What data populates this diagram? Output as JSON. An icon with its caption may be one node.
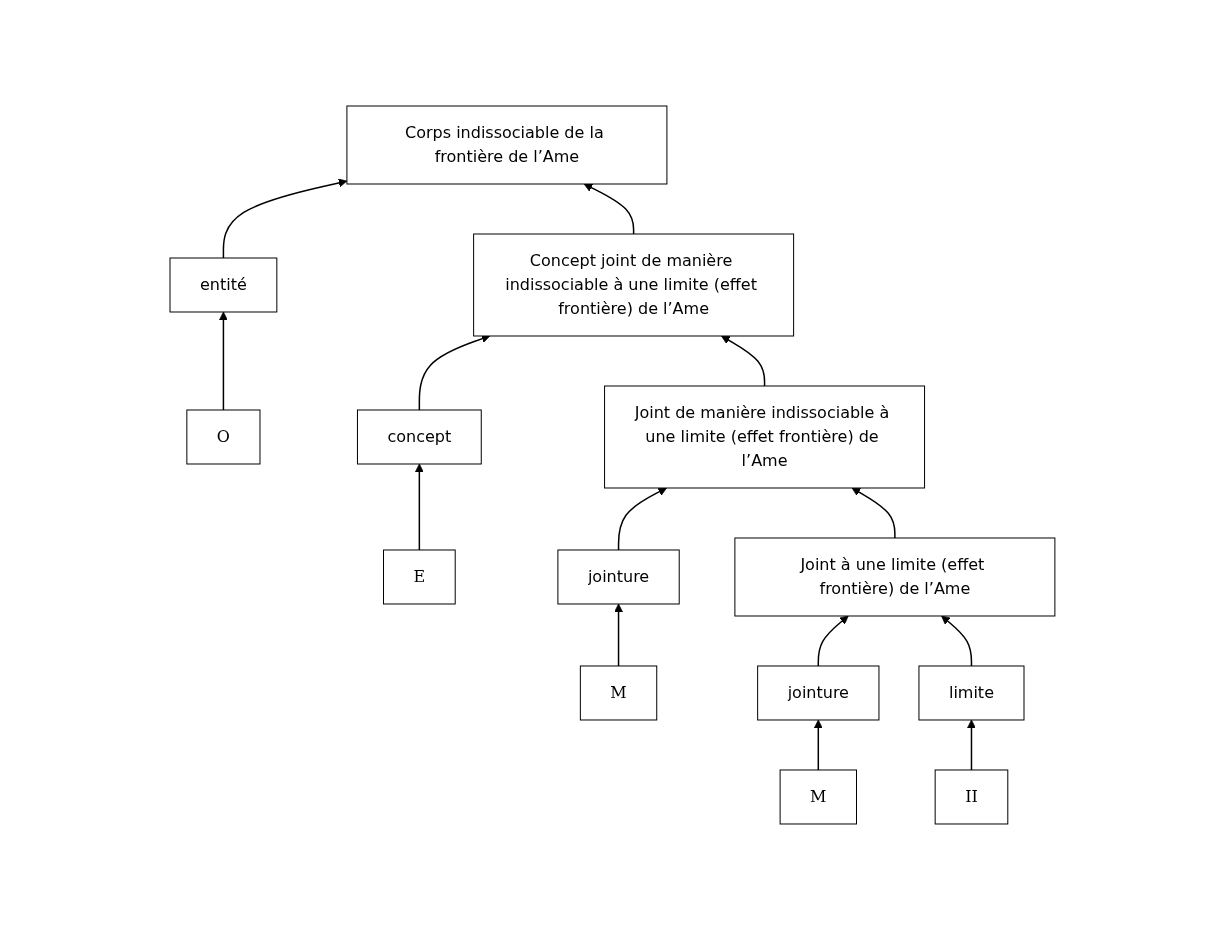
{
  "diagram": {
    "nodes": [
      {
        "text": [
          "Corps indissociable de la frontière de l’Ame"
        ]
      },
      {
        "text": [
          "entité"
        ]
      },
      {
        "text": [
          "Concept joint de manière indissociable à une limite (effet frontière) de l’Ame"
        ]
      },
      {
        "text": [
          "concept"
        ]
      },
      {
        "text": [
          "Joint de manière indissociable à une limite (effet frontière) de l’Ame"
        ]
      },
      {
        "text": [
          "jointure"
        ]
      },
      {
        "text": [
          "Joint à une limite (effet frontière) de l’Ame"
        ]
      },
      {
        "text": [
          "jointure"
        ]
      },
      {
        "text": [
          "limite"
        ]
      },
      {
        "text": [
          "O"
        ]
      },
      {
        "text": [
          "E"
        ]
      },
      {
        "text": [
          "M"
        ]
      },
      {
        "text": [
          "M"
        ]
      },
      {
        "text": [
          "II"
        ]
      }
    ],
    "edges": [
      {
        "from": 1,
        "to": 0,
        "arrow": "to"
      },
      {
        "from": 2,
        "to": 0,
        "arrow": "to"
      },
      {
        "from": 3,
        "to": 2,
        "arrow": "to"
      },
      {
        "from": 4,
        "to": 2,
        "arrow": "to"
      },
      {
        "from": 5,
        "to": 4,
        "arrow": "to"
      },
      {
        "from": 6,
        "to": 4,
        "arrow": "to"
      },
      {
        "from": 7,
        "to": 6,
        "arrow": "to"
      },
      {
        "from": 8,
        "to": 6,
        "arrow": "to"
      },
      {
        "from": 9,
        "to": 1,
        "arrow": "to"
      },
      {
        "from": 10,
        "to": 3,
        "arrow": "to"
      },
      {
        "from": 11,
        "to": 5,
        "arrow": "to"
      },
      {
        "from": 12,
        "to": 7,
        "arrow": "to"
      },
      {
        "from": 13,
        "to": 8,
        "arrow": "to"
      }
    ]
  }
}
